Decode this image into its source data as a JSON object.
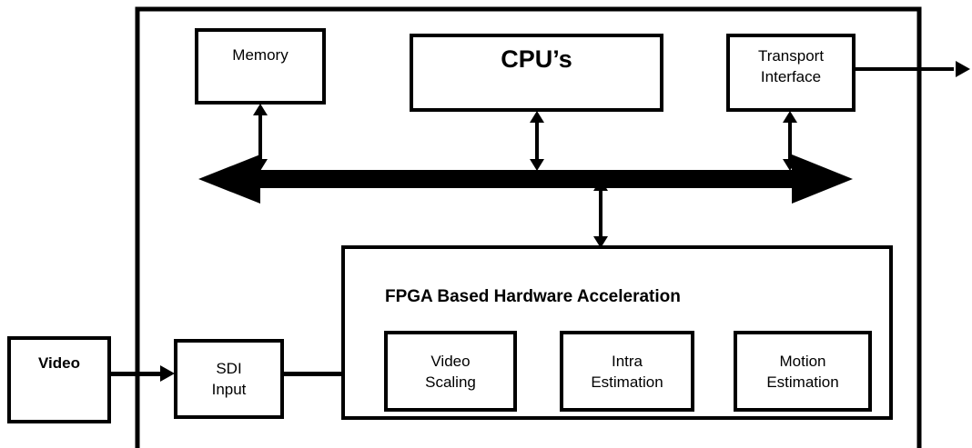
{
  "blocks": {
    "memory": "Memory",
    "cpus": "CPU’s",
    "transport": "Transport\nInterface",
    "fpga_title": "FPGA Based Hardware Acceleration",
    "video": "Video",
    "sdi": "SDI\nInput",
    "scaling": "Video\nScaling",
    "intra": "Intra\nEstimation",
    "motion": "Motion\nEstimation"
  },
  "colors": {
    "stroke": "#000000",
    "fill": "#ffffff"
  }
}
